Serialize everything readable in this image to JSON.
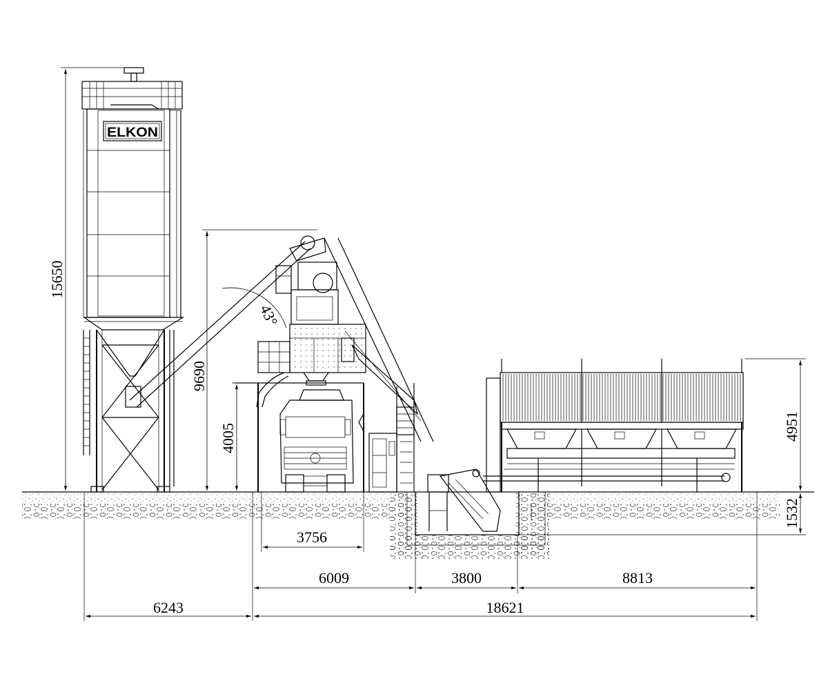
{
  "brand": {
    "logo_text": "ELKON"
  },
  "dimensions": {
    "silo_height": "15650",
    "mixer_height": "9690",
    "truck_clearance": "4005",
    "bin_height": "4951",
    "pit_depth": "1532",
    "truck_width": "3756",
    "mixer_span": "6009",
    "pit_width": "3800",
    "bins_length": "8813",
    "silo_offset": "6243",
    "total_length": "18621",
    "screw_angle": "43°"
  }
}
